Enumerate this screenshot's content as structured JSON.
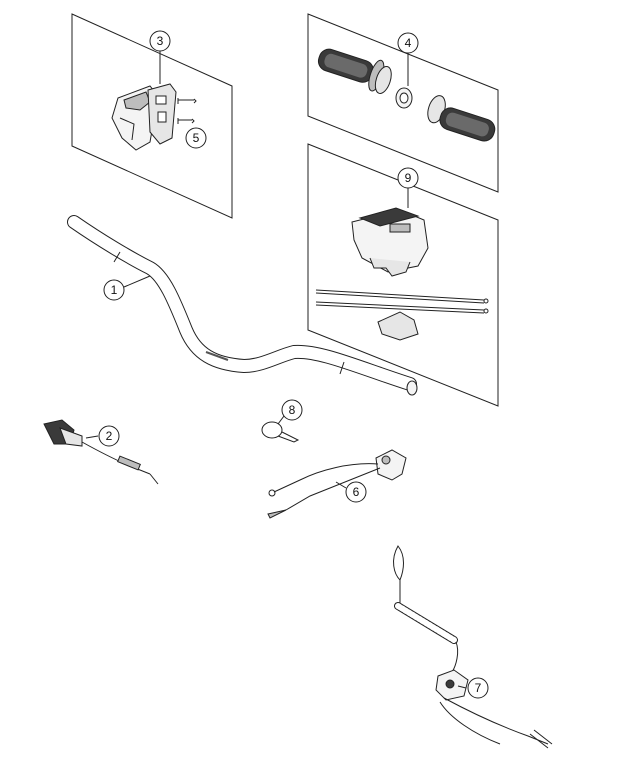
{
  "callouts": [
    {
      "id": "1",
      "label": "1"
    },
    {
      "id": "2",
      "label": "2"
    },
    {
      "id": "3",
      "label": "3"
    },
    {
      "id": "4",
      "label": "4"
    },
    {
      "id": "5",
      "label": "5"
    },
    {
      "id": "6",
      "label": "6"
    },
    {
      "id": "7",
      "label": "7"
    },
    {
      "id": "8",
      "label": "8"
    },
    {
      "id": "9",
      "label": "9"
    }
  ],
  "colors": {
    "stroke": "#222222",
    "panel_fill": "#ffffff",
    "grip_dark": "#3a3a3a",
    "part_light": "#f4f4f4",
    "part_mid": "#bdbdbd"
  },
  "icons": [
    "handlebar",
    "switch-housing",
    "throttle-grips",
    "tool-box",
    "cable-tie",
    "kill-switch",
    "lanyard-switch",
    "throttle-cable"
  ]
}
